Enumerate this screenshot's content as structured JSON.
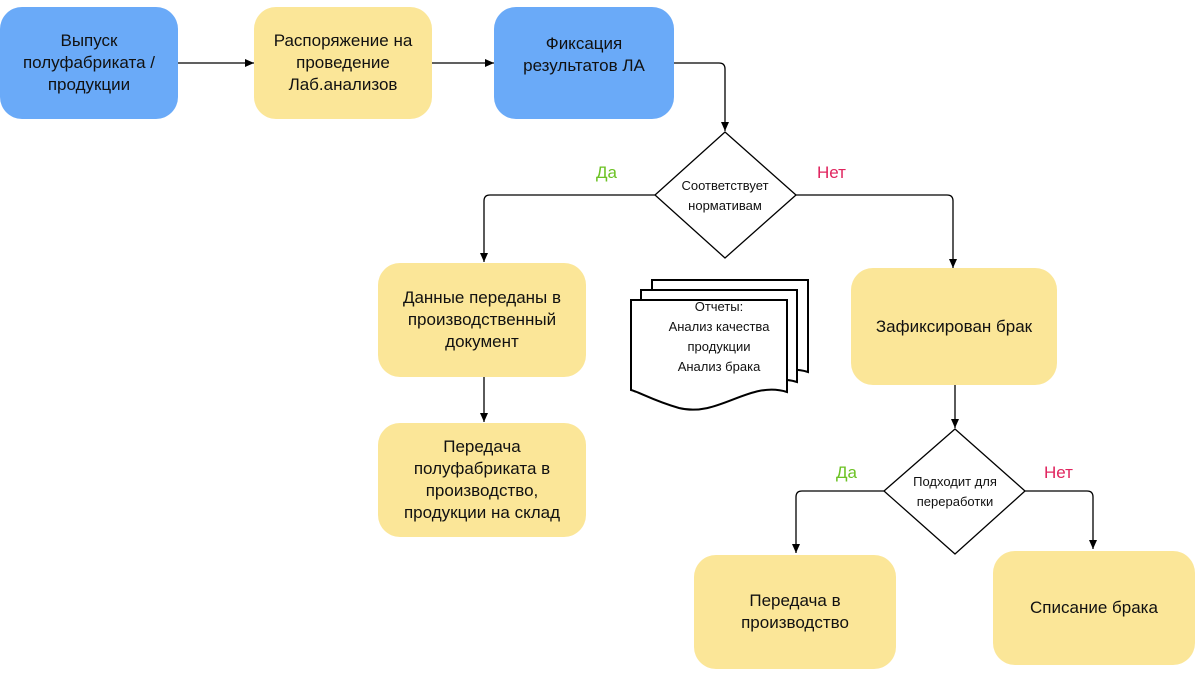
{
  "nodes": {
    "release": "Выпуск\nполуфабриката /\nпродукции",
    "order": "Распоряжение на\nпроведение\nЛаб.анализов",
    "fix_results": "Фиксация\nрезультатов ЛА",
    "data_transferred": "Данные переданы в\nпроизводственный\nдокумент",
    "transfer_semi": "Передача\nполуфабриката в\nпроизводство,\nпродукции на склад",
    "defect_fixed": "Зафиксирован брак",
    "transfer_prod": "Передача в\nпроизводство",
    "write_off": "Списание брака"
  },
  "decisions": {
    "norms": "Соответствует\nнормативам",
    "recycle": "Подходит для\nпереработки"
  },
  "branches": {
    "norms_yes": "Да",
    "norms_no": "Нет",
    "recycle_yes": "Да",
    "recycle_no": "Нет"
  },
  "reports": "Отчеты:\nАнализ качества\nпродукции\nАнализ брака",
  "colors": {
    "process_blue": "#6aaaf8",
    "process_yellow": "#fbe698",
    "yes_green": "#6cc224",
    "no_red": "#e0245e"
  }
}
